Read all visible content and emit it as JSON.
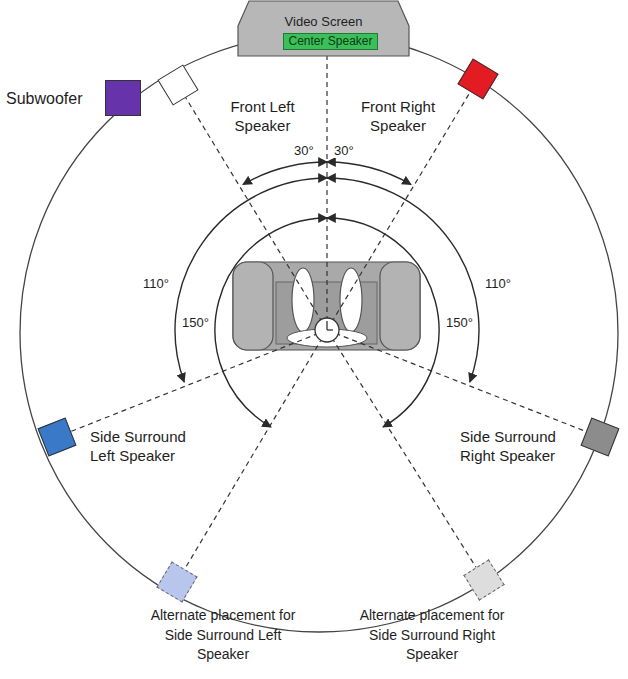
{
  "diagram": {
    "nodes": [
      {
        "text": [
          "Video Screen"
        ]
      },
      {
        "text": [
          "Center Speaker"
        ],
        "in": 0
      },
      {
        "text": [
          "Subwoofer"
        ]
      },
      {
        "text": [
          "Front Left Speaker"
        ]
      },
      {
        "text": [
          "Front Right Speaker"
        ]
      },
      {
        "text": [
          "Side Surround Left Speaker"
        ]
      },
      {
        "text": [
          "Side Surround Right Speaker"
        ]
      },
      {
        "text": [
          "Alternate placement for Side Surround Left Speaker"
        ]
      },
      {
        "text": [
          "Alternate placement for Side Surround Right Speaker"
        ]
      }
    ],
    "labels": [
      "30°",
      "30°",
      "110°",
      "110°",
      "150°",
      "150°"
    ]
  }
}
